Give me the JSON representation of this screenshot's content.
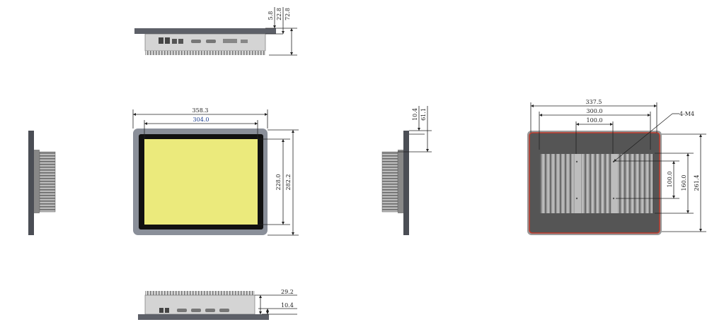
{
  "colors": {
    "screen": "#EBEA7C",
    "bezel": "#8A8F99",
    "back_panel": "#555555",
    "back_outline": "#C0392B",
    "heatsink": "#9A9A9A"
  },
  "top_view": {
    "dims": [
      "5.8",
      "22.8",
      "72.8"
    ]
  },
  "front_view": {
    "width_outer": "358.3",
    "width_screen": "304.0",
    "height_screen": "228.0",
    "height_outer": "282.2"
  },
  "side_view": {
    "dims": [
      "10.4",
      "61.1"
    ]
  },
  "back_view": {
    "width_outer": "337.5",
    "width_mount": "300.0",
    "width_vesa": "100.0",
    "screw_callout": "4-M4",
    "height_vesa": "100.0",
    "height_mount": "160.0",
    "height_outer": "261.4"
  },
  "bottom_view": {
    "dims": [
      "29.2",
      "10.4"
    ]
  }
}
